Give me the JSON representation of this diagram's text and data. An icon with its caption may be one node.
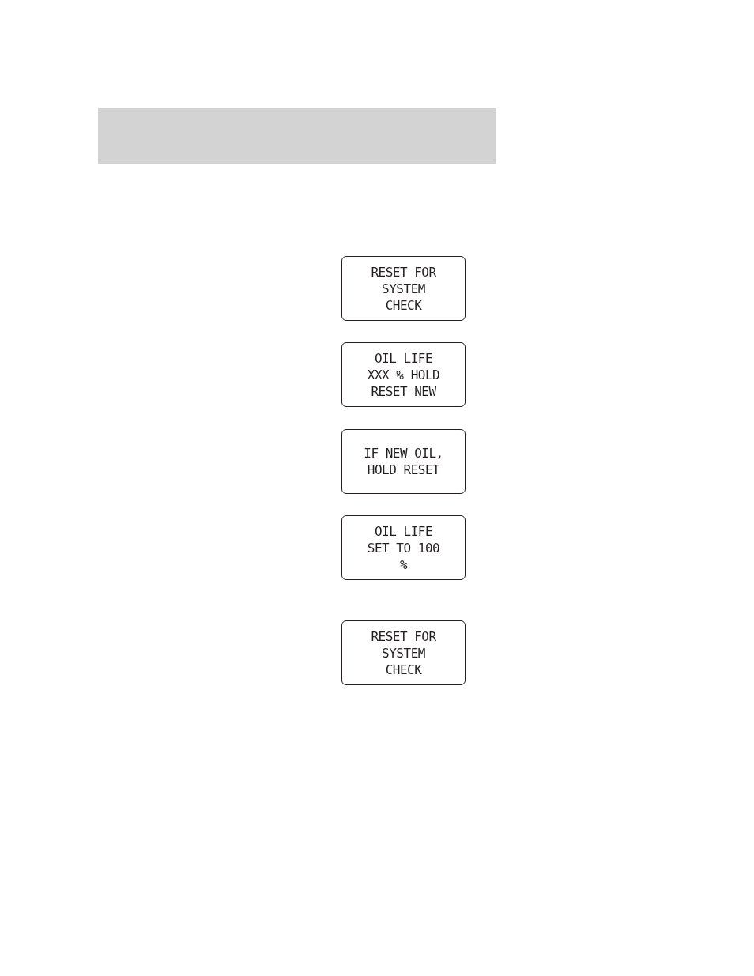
{
  "diagram": {
    "nodes": [
      {
        "text": [
          "RESET FOR SYSTEM CHECK"
        ]
      },
      {
        "text": [
          "OIL LIFE XXX % HOLD RESET NEW"
        ]
      },
      {
        "text": [
          "IF NEW OIL, HOLD RESET"
        ]
      },
      {
        "text": [
          "OIL LIFE SET TO 100 %"
        ]
      },
      {
        "text": [
          "RESET FOR SYSTEM CHECK"
        ]
      }
    ]
  }
}
